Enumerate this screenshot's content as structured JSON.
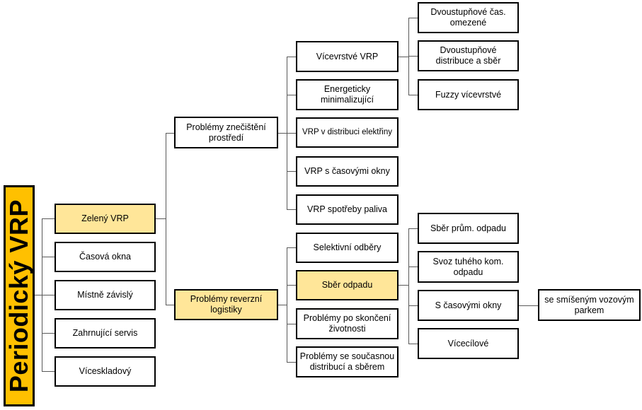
{
  "diagram": {
    "type": "tree",
    "colors": {
      "root_fill": "#FFC000",
      "highlight_fill": "#FFE699",
      "node_fill": "#FFFFFF",
      "border": "#000000",
      "connector": "#595959"
    },
    "nodes": {
      "root": {
        "label": "Periodický VRP",
        "highlight": true
      },
      "zeleny_vrp": {
        "label": "Zelený VRP",
        "highlight": true
      },
      "casova_okna": {
        "label": "Časová okna",
        "highlight": false
      },
      "mistne_zavisly": {
        "label": "Místně závislý",
        "highlight": false
      },
      "zahrnujici_servis": {
        "label": "Zahrnující servis",
        "highlight": false
      },
      "viceskladovy": {
        "label": "Víceskladový",
        "highlight": false
      },
      "problemy_znecisteni": {
        "label": "Problémy znečištění\nprostředí",
        "highlight": false
      },
      "problemy_reverzni": {
        "label": "Problémy reverzní\nlogistiky",
        "highlight": true
      },
      "vicevrstve_vrp": {
        "label": "Vícevrstvé VRP",
        "highlight": false
      },
      "energeticky": {
        "label": "Energeticky\nminimalizující",
        "highlight": false
      },
      "vrp_elektrina": {
        "label": "VRP v distribuci elektřiny",
        "highlight": false
      },
      "vrp_casova_okna": {
        "label": "VRP s časovými okny",
        "highlight": false
      },
      "vrp_palivo": {
        "label": "VRP spotřeby paliva",
        "highlight": false
      },
      "selektivni_odbery": {
        "label": "Selektivní odběry",
        "highlight": false
      },
      "sber_odpadu": {
        "label": "Sběr odpadu",
        "highlight": true
      },
      "problemy_po_skonceni": {
        "label": "Problémy po skončení\nživotnosti",
        "highlight": false
      },
      "problemy_soucasna": {
        "label": "Problémy se současnou\ndistribucí a sběrem",
        "highlight": false
      },
      "dvoustupnove_cas": {
        "label": "Dvoustupňové čas.\nomezené",
        "highlight": false
      },
      "dvoustupnove_distr": {
        "label": "Dvoustupňové\ndistribuce a sběr",
        "highlight": false
      },
      "fuzzy_vicevrstve": {
        "label": "Fuzzy vícevrstvé",
        "highlight": false
      },
      "sber_prum": {
        "label": "Sběr prům. odpadu",
        "highlight": false
      },
      "svoz_tuheho": {
        "label": "Svoz tuhého kom.\nodpadu",
        "highlight": false
      },
      "s_casovymi_okny": {
        "label": "S časovými okny",
        "highlight": false
      },
      "vicecilove": {
        "label": "Vícecílové",
        "highlight": false
      },
      "smiseny_park": {
        "label": "se smíšeným vozovým\nparkem",
        "highlight": false
      }
    }
  }
}
